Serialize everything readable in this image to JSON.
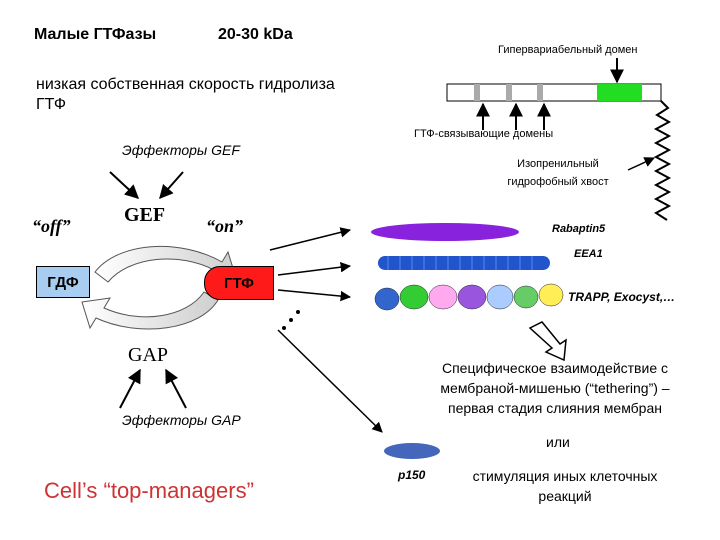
{
  "header": {
    "title": "Малые ГТФазы",
    "mass": "20-30 kDa"
  },
  "hydrolysis": {
    "line1": "низкая собственная скорость гидролиза",
    "line2": "ГТФ"
  },
  "domain_bar": {
    "hypervariable_label": "Гипервариабельный домен",
    "gtp_binding_label": "ГТФ-связывающие домены",
    "isoprenyl_line1": "Изопренильный",
    "isoprenyl_line2": "гидрофобный хвост",
    "colors": {
      "hypervariable": "#22dd22",
      "binding": "#aaaaaa",
      "tail": "#000000"
    }
  },
  "cycle": {
    "effectors_gef": "Эффекторы GEF",
    "gef": "GEF",
    "off": "“off”",
    "on": "“on”",
    "gdp": "ГДФ",
    "gtp": "ГТФ",
    "gap": "GAP",
    "effectors_gap": "Эффекторы GAP",
    "colors": {
      "gdp_box": "#a8cdf0",
      "gtp_box": "#ff1a1a"
    }
  },
  "effectors": {
    "rabaptin": "Rabaptin5",
    "eea1": "EEA1",
    "trapp": "TRAPP, Exocyst,…",
    "p150": "p150",
    "colors": {
      "rabaptin": "#8822dd",
      "eea1": "#2255cc",
      "trapp_balls": [
        "#3366cc",
        "#33cc33",
        "#ffaaee",
        "#9955dd",
        "#aaccff",
        "#66cc66",
        "#ffee55"
      ],
      "p150": "#4466bb"
    }
  },
  "outcomes": {
    "tethering_line1": "Специфическое взаимодействие с",
    "tethering_line2": "мембраной-мишенью (“tethering”) –",
    "tethering_line3": "первая стадия слияния мембран",
    "or": "или",
    "other_line1": "стимуляция иных клеточных",
    "other_line2": "реакций"
  },
  "footer": {
    "managers": "Cell’s “top-managers”",
    "color": "#cc3333"
  }
}
